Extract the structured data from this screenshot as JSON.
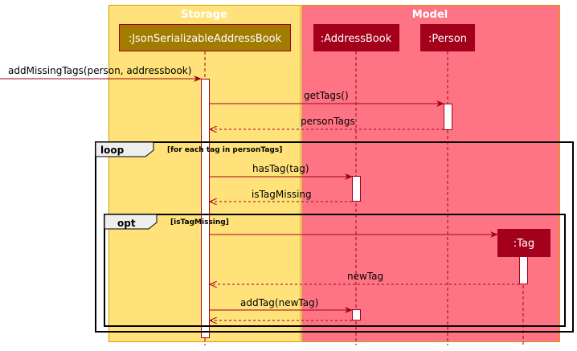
{
  "colors": {
    "storage_box": "#ffe27a",
    "model_box": "#ff7484",
    "box_border": "#d4a000",
    "storage_participant": "#a27c00",
    "model_participant": "#a3001c",
    "lifeline": "#a3001c",
    "arrow": "#a3001c",
    "frame": "#000000",
    "activation_fill": "#ffffff"
  },
  "boxes": {
    "storage": {
      "title": "Storage"
    },
    "model": {
      "title": "Model"
    }
  },
  "participants": {
    "json_serializable": {
      "label": ":JsonSerializableAddressBook"
    },
    "address_book": {
      "label": ":AddressBook"
    },
    "person": {
      "label": ":Person"
    },
    "tag": {
      "label": ":Tag"
    }
  },
  "messages": {
    "add_missing_tags": {
      "label": "addMissingTags(person, addressbook)",
      "kind": "call"
    },
    "get_tags": {
      "label": "getTags()",
      "kind": "call"
    },
    "person_tags": {
      "label": "personTags",
      "kind": "return"
    },
    "has_tag": {
      "label": "hasTag(tag)",
      "kind": "call"
    },
    "is_tag_missing": {
      "label": "isTagMissing",
      "kind": "return"
    },
    "create_tag": {
      "label": "",
      "kind": "create"
    },
    "new_tag": {
      "label": "newTag",
      "kind": "return"
    },
    "add_tag": {
      "label": "addTag(newTag)",
      "kind": "call"
    },
    "add_tag_return": {
      "label": "",
      "kind": "return"
    }
  },
  "frames": {
    "loop": {
      "keyword": "loop",
      "guard": "[for each tag in personTags]"
    },
    "opt": {
      "keyword": "opt",
      "guard": "[isTagMissing]"
    }
  }
}
